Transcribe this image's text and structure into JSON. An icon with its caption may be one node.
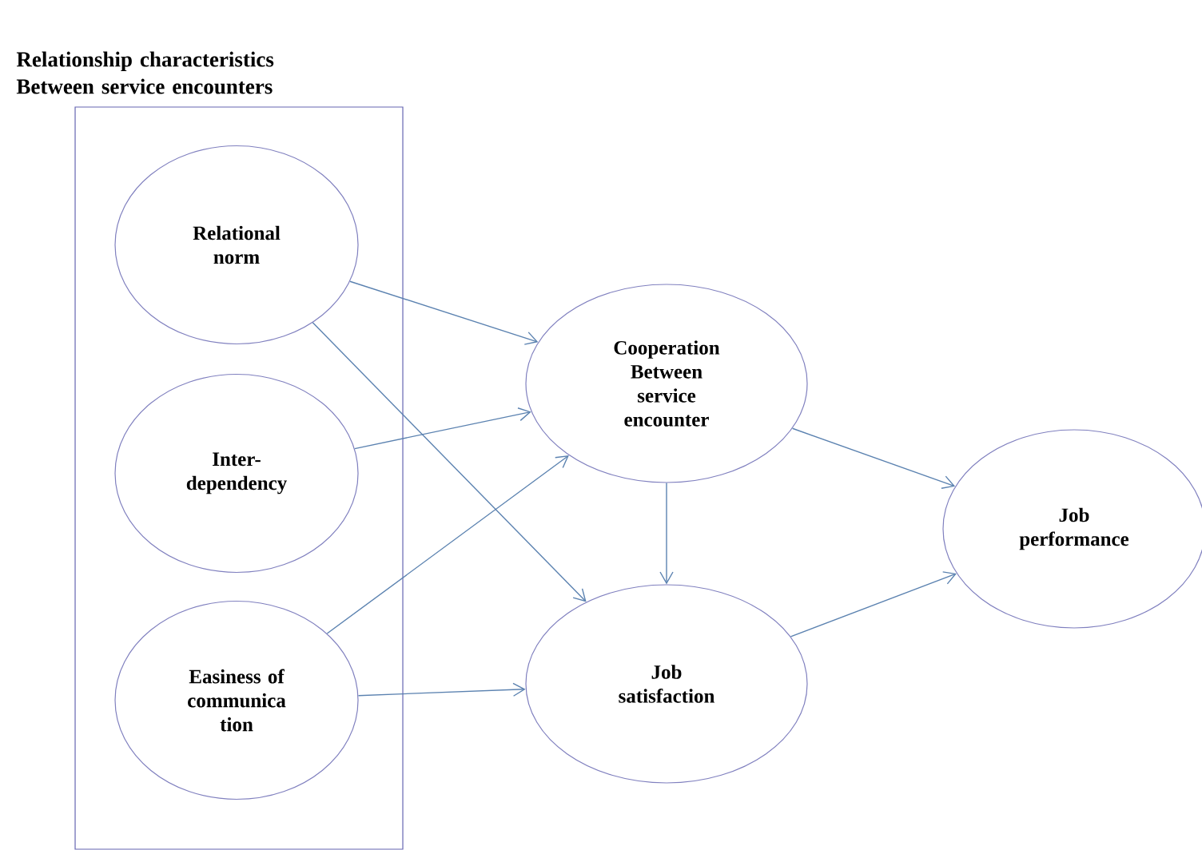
{
  "diagram": {
    "nodes": [
      {
        "text": [
          "Relationship characteristics Between service encounters"
        ]
      },
      {
        "text": [
          "Relational norm"
        ],
        "in": 0
      },
      {
        "text": [
          "Inter- dependency"
        ],
        "in": 0
      },
      {
        "text": [
          "Easiness of communica tion"
        ],
        "in": 0
      },
      {
        "text": [
          "Cooperation Between service encounter"
        ]
      },
      {
        "text": [
          "Job satisfaction"
        ]
      },
      {
        "text": [
          "Job performance"
        ]
      }
    ],
    "edges": [
      {
        "from": 1,
        "to": 4,
        "arrow": "to"
      },
      {
        "from": 1,
        "to": 5,
        "arrow": "to"
      },
      {
        "from": 2,
        "to": 4,
        "arrow": "to"
      },
      {
        "from": 3,
        "to": 4,
        "arrow": "to"
      },
      {
        "from": 3,
        "to": 5,
        "arrow": "to"
      },
      {
        "from": 4,
        "to": 5,
        "arrow": "to"
      },
      {
        "from": 4,
        "to": 6,
        "arrow": "to"
      },
      {
        "from": 5,
        "to": 6,
        "arrow": "to"
      }
    ]
  }
}
